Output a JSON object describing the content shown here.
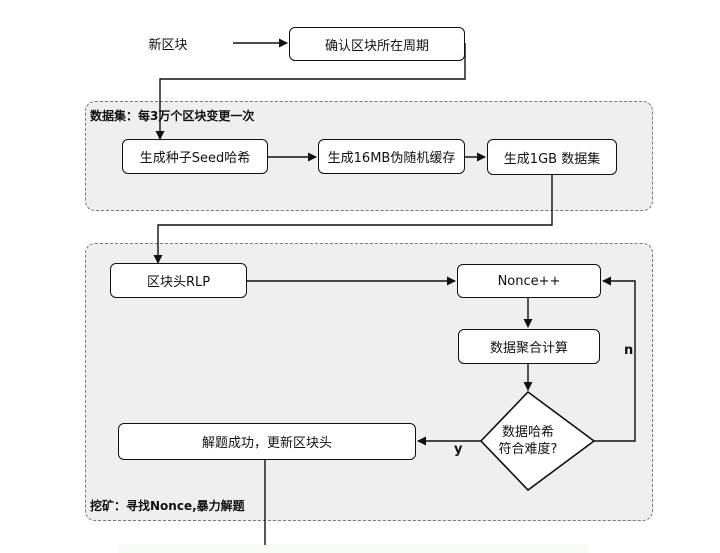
{
  "diagram": {
    "regions": {
      "dataset": {
        "label": "数据集：每3万个区块变更一次"
      },
      "mining": {
        "label": "挖矿：寻找Nonce,暴力解题"
      }
    },
    "nodes": {
      "new_block": "新区块",
      "confirm_period": "确认区块所在周期",
      "gen_seed": "生成种子Seed哈希",
      "gen_cache": "生成16MB伪随机缓存",
      "gen_dataset": "生成1GB 数据集",
      "header_rlp": "区块头RLP",
      "nonce_inc": "Nonce++",
      "aggregate": "数据聚合计算",
      "check_hash_line1": "数据哈希",
      "check_hash_line2": "符合难度?",
      "success": "解题成功，更新区块头"
    },
    "edge_labels": {
      "yes": "y",
      "no": "n"
    }
  }
}
